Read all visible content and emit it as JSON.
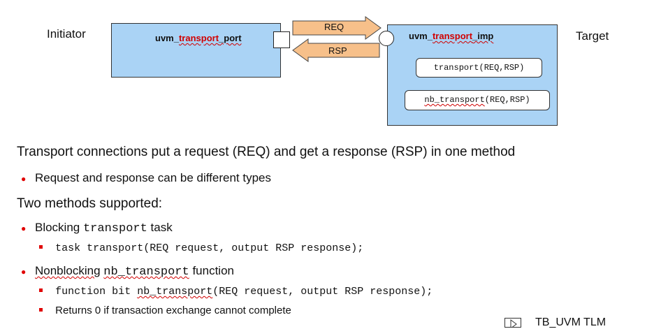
{
  "diagram": {
    "initiator_label": "Initiator",
    "target_label": "Target",
    "port_box": {
      "prefix": "uvm_",
      "accent": "transport",
      "suffix": "_port"
    },
    "imp_box": {
      "prefix": "uvm_",
      "accent": "transport",
      "suffix": "_imp"
    },
    "req_label": "REQ",
    "rsp_label": "RSP",
    "method1": "transport(REQ,RSP)",
    "method2_prefix": "nb_transport",
    "method2_suffix": "(REQ,RSP)"
  },
  "content": {
    "heading": "Transport connections put a request (REQ) and get a response (RSP) in one method",
    "bullet1": "Request and response can be different types",
    "heading2": "Two methods supported:",
    "blocking_label": "Blocking",
    "blocking_code": "transport",
    "blocking_tail": "task",
    "blocking_sub": "task transport(REQ request, output RSP response);",
    "nonblocking_label": "Nonblocking",
    "nonblocking_code": "nb_transport",
    "nonblocking_tail": "function",
    "nonblocking_sub_pre": "function bit ",
    "nonblocking_sub_name": "nb_transport",
    "nonblocking_sub_post": "(REQ request, output RSP response);",
    "returns_note": "Returns 0 if transaction exchange cannot complete",
    "footer_text": "TB_UVM TLM"
  },
  "colors": {
    "box_fill": "#aad3f5",
    "arrow_fill": "#f7c08a",
    "accent_red": "#d10000",
    "bullet_red": "#e00000"
  }
}
